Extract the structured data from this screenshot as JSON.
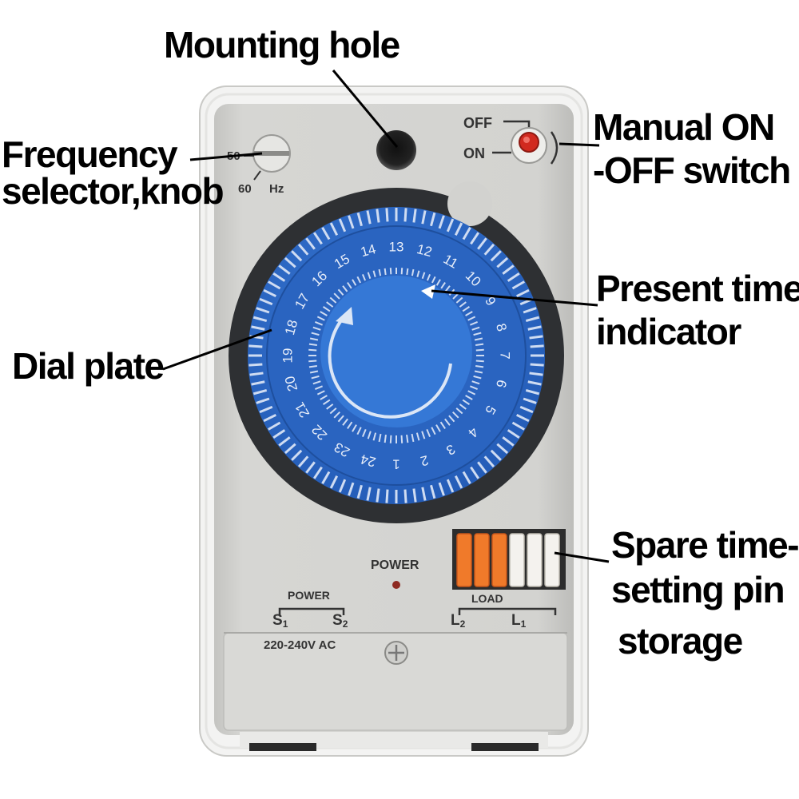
{
  "labels": {
    "mounting_hole": "Mounting hole",
    "frequency_selector": [
      "Frequency",
      "selector,knob"
    ],
    "manual_switch": [
      "Manual ON",
      "-OFF switch"
    ],
    "present_time_indicator": [
      "Present time",
      "indicator"
    ],
    "dial_plate": "Dial plate",
    "spare_pin_storage": [
      "Spare time-",
      "setting pin",
      "storage"
    ]
  },
  "device": {
    "freq_50": "50",
    "freq_60": "60",
    "freq_unit": "Hz",
    "switch_off": "OFF",
    "switch_on": "ON",
    "power_indicator_label": "POWER",
    "terminal_power_label": "POWER",
    "terminal_s1": "S",
    "terminal_s1_sub": "1",
    "terminal_s2": "S",
    "terminal_s2_sub": "2",
    "load_label": "LOAD",
    "terminal_l2": "L",
    "terminal_l2_sub": "2",
    "terminal_l1": "L",
    "terminal_l1_sub": "1",
    "voltage": "220-240V AC",
    "dial_hours": [
      "1",
      "2",
      "3",
      "4",
      "5",
      "6",
      "7",
      "8",
      "9",
      "10",
      "11",
      "12",
      "13",
      "14",
      "15",
      "16",
      "17",
      "18",
      "19",
      "20",
      "21",
      "22",
      "23",
      "24"
    ]
  },
  "colors": {
    "casing": "#d2d2cf",
    "casing_edge": "#ecebea",
    "dial_blue": "#2f6fcf",
    "dial_blue_dark": "#1e4f9e",
    "bezel": "#2e3033",
    "pin_orange": "#f07a2a",
    "pin_white": "#f4f2ee",
    "switch_red": "#d12a1f"
  }
}
